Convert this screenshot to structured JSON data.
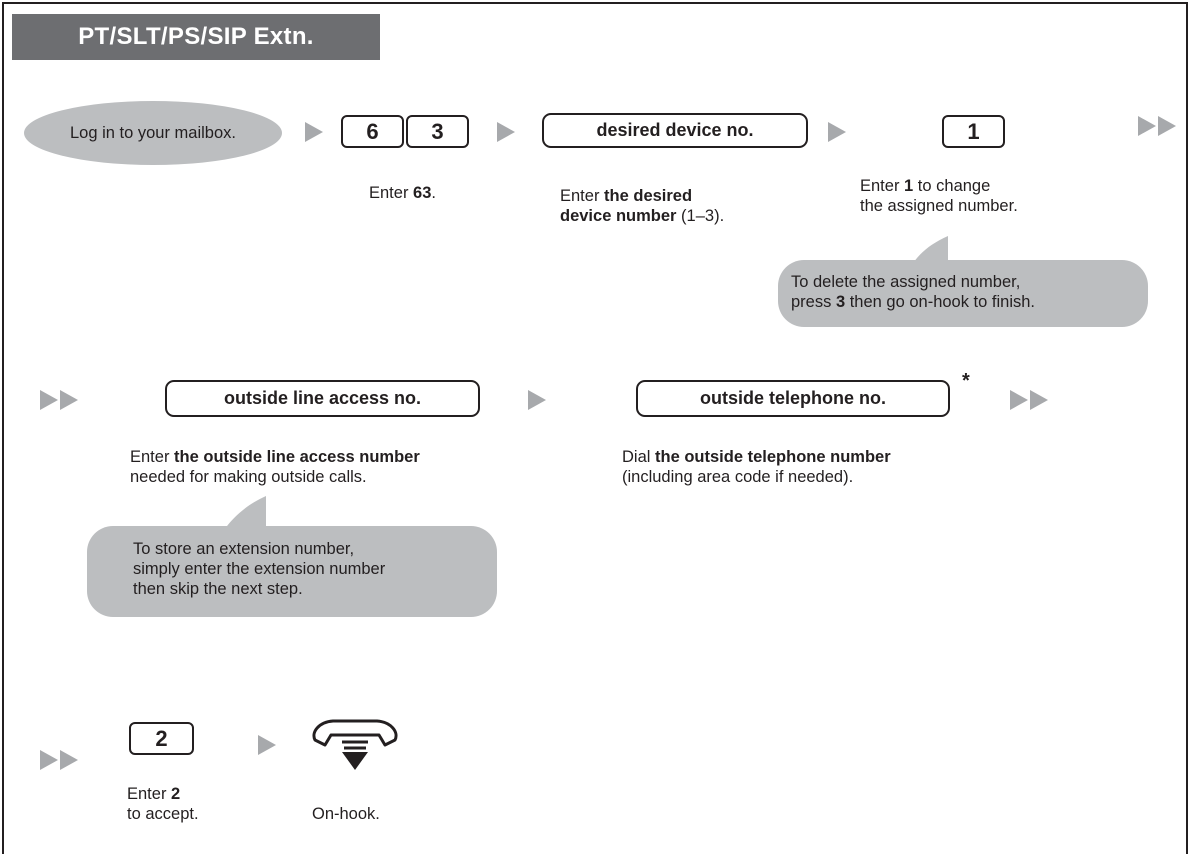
{
  "header": {
    "title": "PT/SLT/PS/SIP Extn."
  },
  "colors": {
    "header_bg": "#6d6e71",
    "bubble_fill": "#bcbec0",
    "arrow_fill": "#a7a9ac",
    "ink": "#231f20"
  },
  "row1": {
    "start": "Log in to your mailbox.",
    "key6": "6",
    "key3": "3",
    "enter63": {
      "pre": "Enter ",
      "bold": "63",
      "post": "."
    },
    "device_field": "desired device no.",
    "device_desc": {
      "line1_pre": "Enter ",
      "line1_bold": "the desired",
      "line2_bold": "device number",
      "line2_post": " (1–3)."
    },
    "key1": "1",
    "key1_desc": {
      "line1_pre": "Enter ",
      "line1_bold": "1",
      "line1_post": " to change",
      "line2": "the assigned number."
    },
    "delete_note": {
      "line1": "To delete the assigned number,",
      "line2_pre": "press ",
      "line2_bold": "3",
      "line2_post": " then go on-hook to finish."
    }
  },
  "row2": {
    "access_field": "outside line access no.",
    "access_desc": {
      "line1_pre": "Enter ",
      "line1_bold": "the outside line access number",
      "line2": "needed for making outside calls."
    },
    "store_note": {
      "line1": "To store an extension number,",
      "line2": "simply enter the extension number",
      "line3": "then skip the next step."
    },
    "tel_field": "outside telephone no.",
    "asterisk": "*",
    "tel_desc": {
      "line1_pre": "Dial ",
      "line1_bold": "the outside telephone number",
      "line2": "(including area code if needed)."
    }
  },
  "row3": {
    "key2": "2",
    "key2_desc": {
      "line1_pre": "Enter ",
      "line1_bold": "2",
      "line2": "to accept."
    },
    "onhook": "On-hook."
  }
}
